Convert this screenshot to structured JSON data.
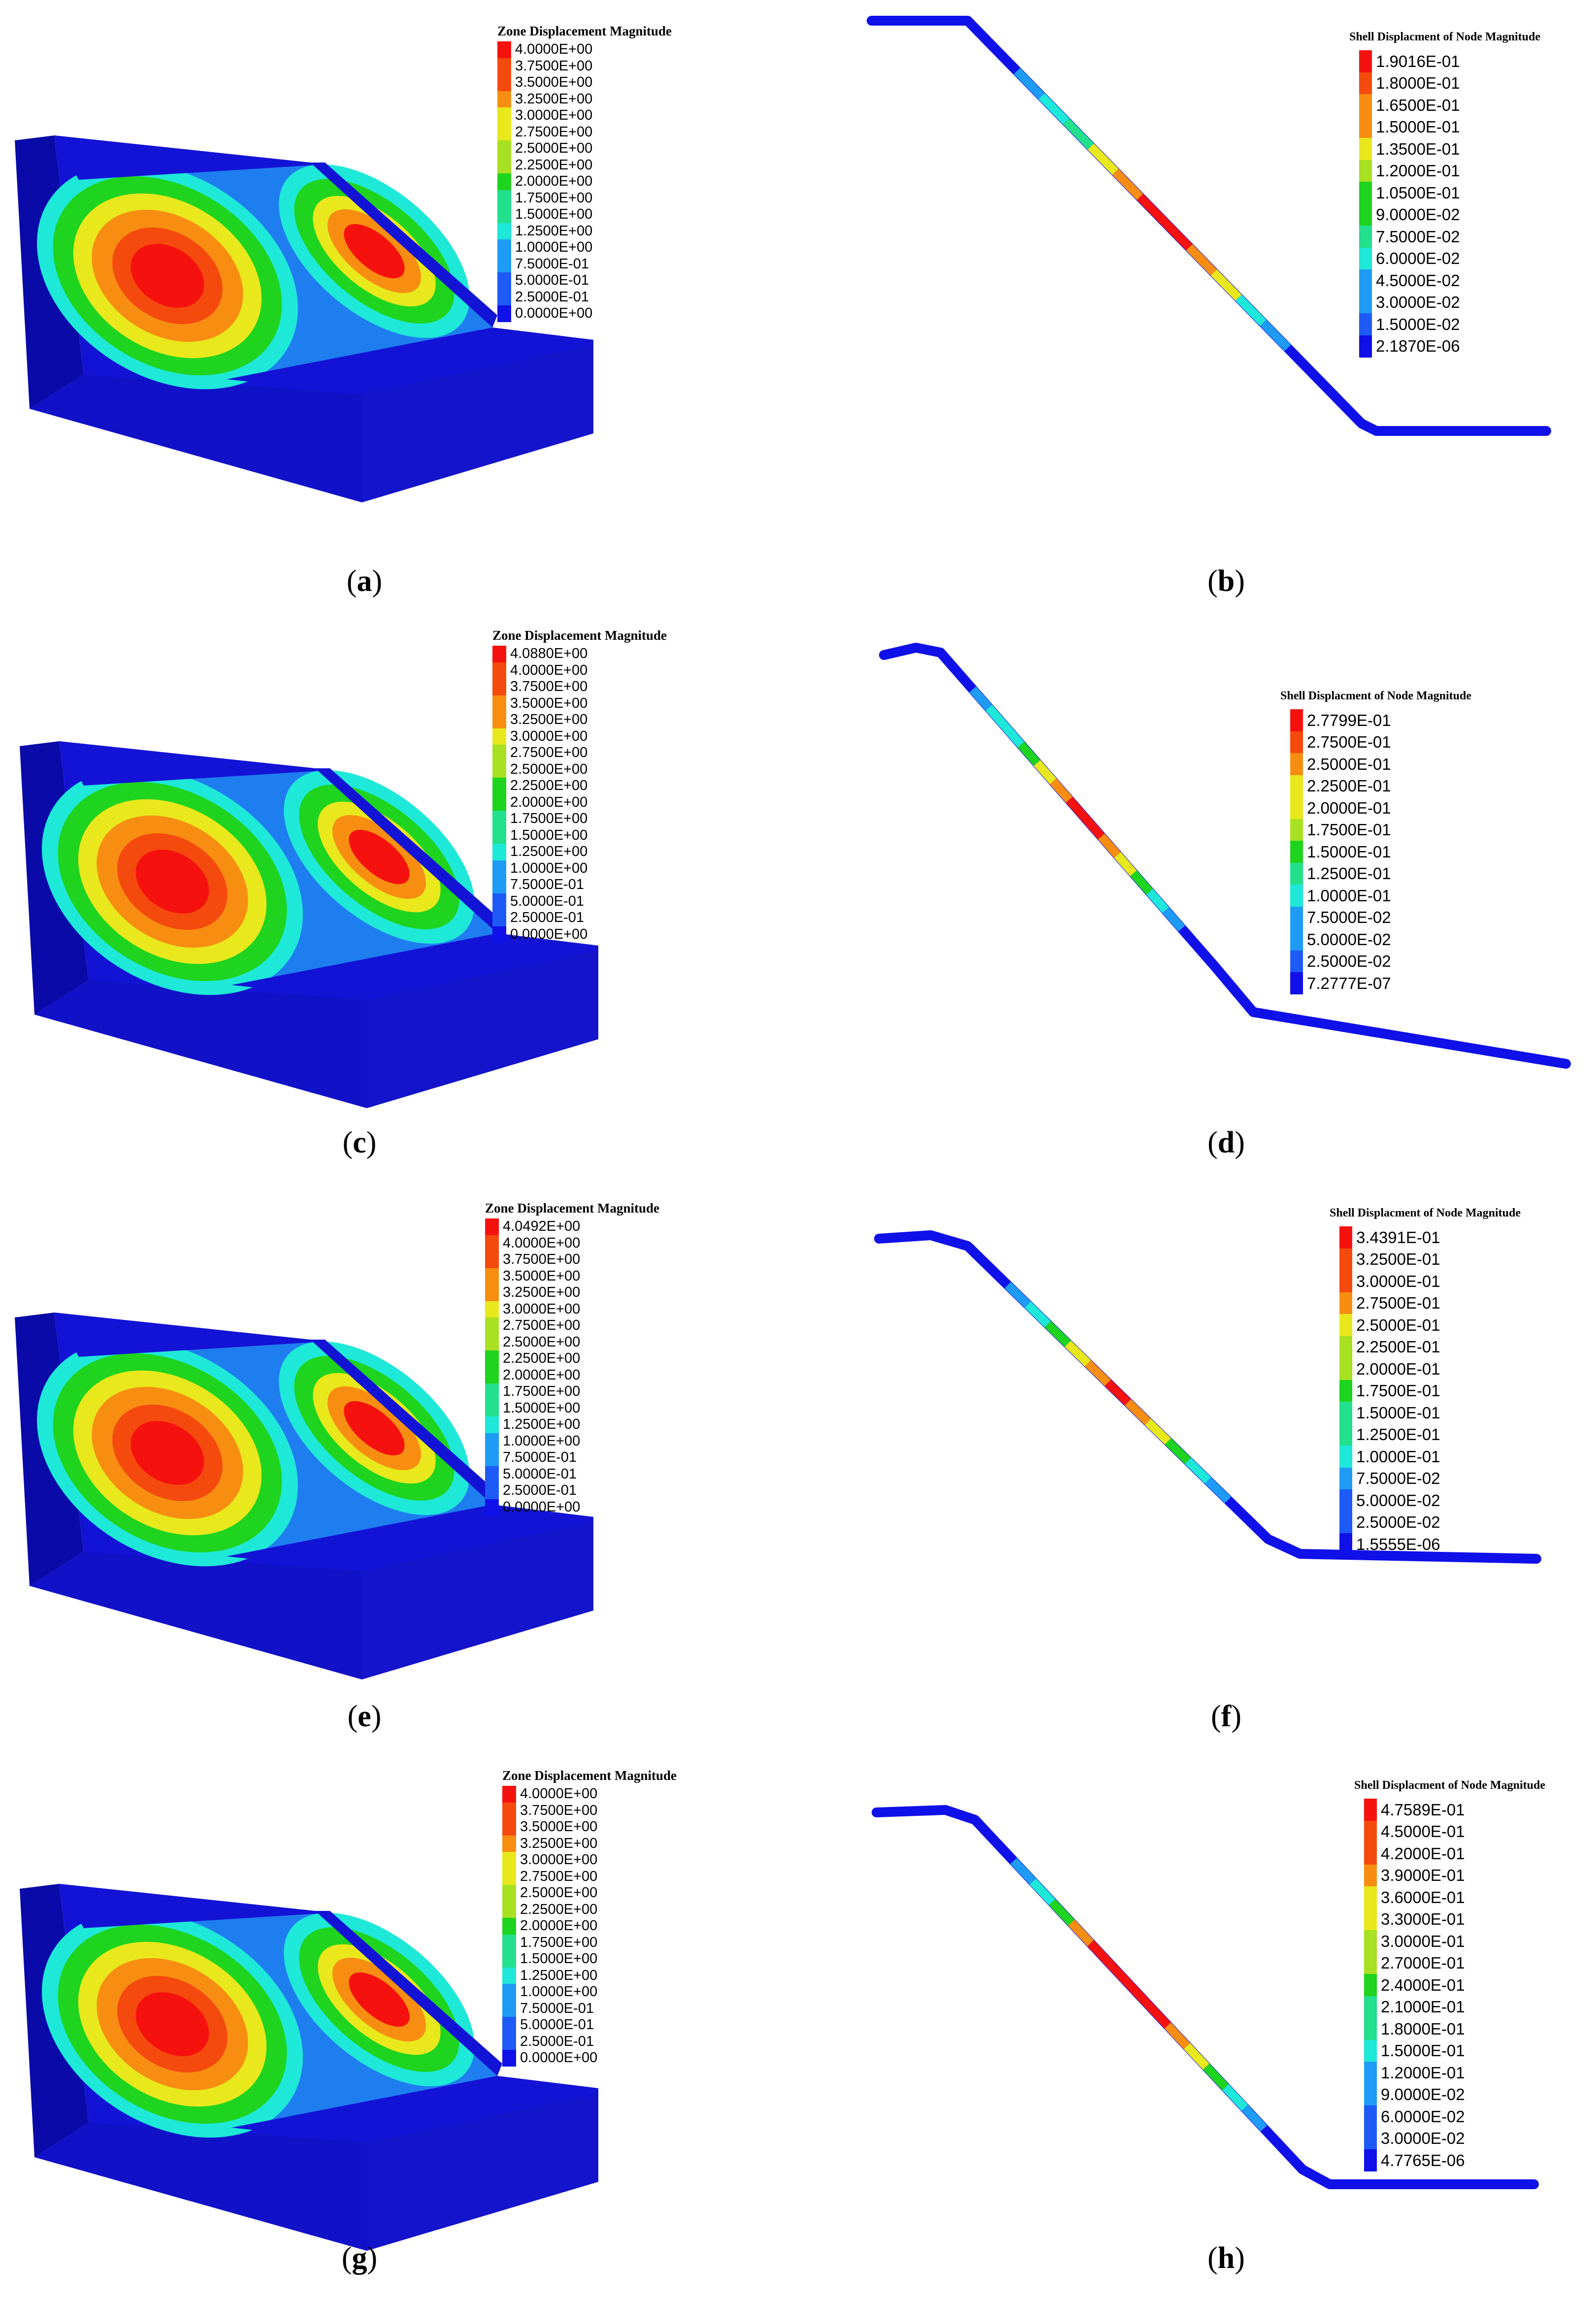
{
  "colors": {
    "red": "#f5120e",
    "red_orange": "#f54a0e",
    "orange": "#f78e12",
    "yellow": "#e8e81c",
    "yellow_green": "#a8e022",
    "green": "#1ed41e",
    "aqua_green": "#22e08c",
    "cyan": "#1ee8d8",
    "light_blue": "#1e9cf5",
    "mid_blue": "#1e5af5",
    "blue": "#1010e8",
    "model_blue": "#1313d6",
    "model_dark": "#0a0aa8"
  },
  "panels": [
    {
      "id": "a",
      "kind": "zone",
      "caption": "a",
      "legend_title": "Zone Displacement Magnitude",
      "legend_labels": [
        "4.0000E+00",
        "3.7500E+00",
        "3.5000E+00",
        "3.2500E+00",
        "3.0000E+00",
        "2.7500E+00",
        "2.5000E+00",
        "2.2500E+00",
        "2.0000E+00",
        "1.7500E+00",
        "1.5000E+00",
        "1.2500E+00",
        "1.0000E+00",
        "7.5000E-01",
        "5.0000E-01",
        "2.5000E-01",
        "0.0000E+00"
      ]
    },
    {
      "id": "b",
      "kind": "shell",
      "caption": "b",
      "legend_title": "Shell Displacment of Node Magnitude",
      "legend_labels": [
        "1.9016E-01",
        "1.8000E-01",
        "1.6500E-01",
        "1.5000E-01",
        "1.3500E-01",
        "1.2000E-01",
        "1.0500E-01",
        "9.0000E-02",
        "7.5000E-02",
        "6.0000E-02",
        "4.5000E-02",
        "3.0000E-02",
        "1.5000E-02",
        "2.1870E-06"
      ]
    },
    {
      "id": "c",
      "kind": "zone",
      "caption": "c",
      "legend_title": "Zone Displacement Magnitude",
      "legend_labels": [
        "4.0880E+00",
        "4.0000E+00",
        "3.7500E+00",
        "3.5000E+00",
        "3.2500E+00",
        "3.0000E+00",
        "2.7500E+00",
        "2.5000E+00",
        "2.2500E+00",
        "2.0000E+00",
        "1.7500E+00",
        "1.5000E+00",
        "1.2500E+00",
        "1.0000E+00",
        "7.5000E-01",
        "5.0000E-01",
        "2.5000E-01",
        "0.0000E+00"
      ]
    },
    {
      "id": "d",
      "kind": "shell",
      "caption": "d",
      "legend_title": "Shell Displacment of Node Magnitude",
      "legend_labels": [
        "2.7799E-01",
        "2.7500E-01",
        "2.5000E-01",
        "2.2500E-01",
        "2.0000E-01",
        "1.7500E-01",
        "1.5000E-01",
        "1.2500E-01",
        "1.0000E-01",
        "7.5000E-02",
        "5.0000E-02",
        "2.5000E-02",
        "7.2777E-07"
      ]
    },
    {
      "id": "e",
      "kind": "zone",
      "caption": "e",
      "legend_title": "Zone Displacement Magnitude",
      "legend_labels": [
        "4.0492E+00",
        "4.0000E+00",
        "3.7500E+00",
        "3.5000E+00",
        "3.2500E+00",
        "3.0000E+00",
        "2.7500E+00",
        "2.5000E+00",
        "2.2500E+00",
        "2.0000E+00",
        "1.7500E+00",
        "1.5000E+00",
        "1.2500E+00",
        "1.0000E+00",
        "7.5000E-01",
        "5.0000E-01",
        "2.5000E-01",
        "0.0000E+00"
      ]
    },
    {
      "id": "f",
      "kind": "shell",
      "caption": "f",
      "legend_title": "Shell Displacment of Node Magnitude",
      "legend_labels": [
        "3.4391E-01",
        "3.2500E-01",
        "3.0000E-01",
        "2.7500E-01",
        "2.5000E-01",
        "2.2500E-01",
        "2.0000E-01",
        "1.7500E-01",
        "1.5000E-01",
        "1.2500E-01",
        "1.0000E-01",
        "7.5000E-02",
        "5.0000E-02",
        "2.5000E-02",
        "1.5555E-06"
      ]
    },
    {
      "id": "g",
      "kind": "zone",
      "caption": "g",
      "legend_title": "Zone Displacement Magnitude",
      "legend_labels": [
        "4.0000E+00",
        "3.7500E+00",
        "3.5000E+00",
        "3.2500E+00",
        "3.0000E+00",
        "2.7500E+00",
        "2.5000E+00",
        "2.2500E+00",
        "2.0000E+00",
        "1.7500E+00",
        "1.5000E+00",
        "1.2500E+00",
        "1.0000E+00",
        "7.5000E-01",
        "5.0000E-01",
        "2.5000E-01",
        "0.0000E+00"
      ]
    },
    {
      "id": "h",
      "kind": "shell",
      "caption": "h",
      "legend_title": "Shell Displacment of Node Magnitude",
      "legend_labels": [
        "4.7589E-01",
        "4.5000E-01",
        "4.2000E-01",
        "3.9000E-01",
        "3.6000E-01",
        "3.3000E-01",
        "3.0000E-01",
        "2.7000E-01",
        "2.4000E-01",
        "2.1000E-01",
        "1.8000E-01",
        "1.5000E-01",
        "1.2000E-01",
        "9.0000E-02",
        "6.0000E-02",
        "3.0000E-02",
        "4.7765E-06"
      ]
    }
  ]
}
